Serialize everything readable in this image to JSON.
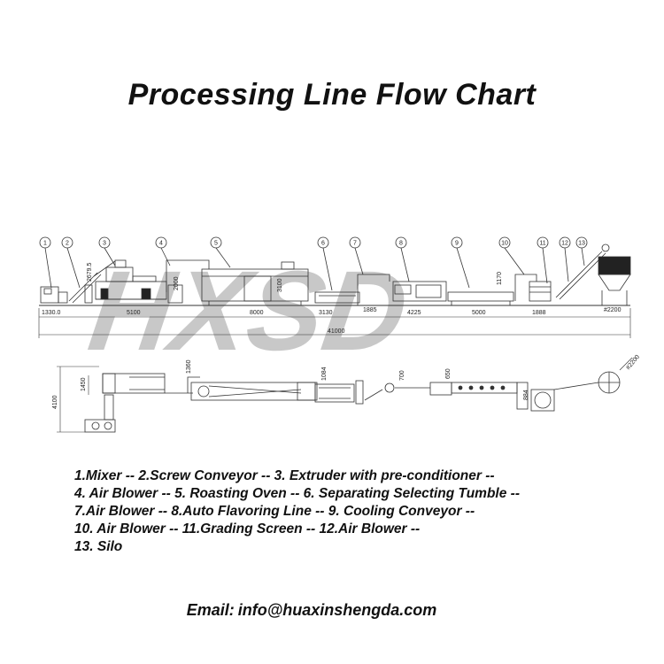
{
  "title": "Processing Line Flow Chart",
  "watermark": "HXSD",
  "callouts": [
    "1",
    "2",
    "3",
    "4",
    "5",
    "6",
    "7",
    "8",
    "9",
    "10",
    "11",
    "12",
    "13"
  ],
  "elevation_dims": {
    "d1": "1330.0",
    "d2": "5100",
    "d3": "8000",
    "d4": "3130",
    "d5": "1885",
    "d6": "4225",
    "d7": "5000",
    "d8": "1888",
    "d9": "#2200",
    "total": "41000",
    "h_extruder": "2679.5",
    "h_blower": "2000",
    "h_oven": "3100",
    "h_grading": "1170"
  },
  "plan_dims": {
    "p1": "4100",
    "p2": "1450",
    "p3": "1360",
    "p4": "1084",
    "p5": "700",
    "p6": "650",
    "p7": "884",
    "p8": "#2200"
  },
  "legend_lines": [
    "1.Mixer -- 2.Screw Conveyor -- 3. Extruder with pre-conditioner --",
    "4. Air Blower -- 5. Roasting Oven -- 6. Separating Selecting Tumble --",
    "7.Air Blower -- 8.Auto Flavoring Line -- 9. Cooling Conveyor --",
    "10. Air Blower -- 11.Grading Screen -- 12.Air Blower --",
    "13. Silo"
  ],
  "contact": {
    "label": "Email:",
    "email": "info@huaxinshengda.com"
  }
}
